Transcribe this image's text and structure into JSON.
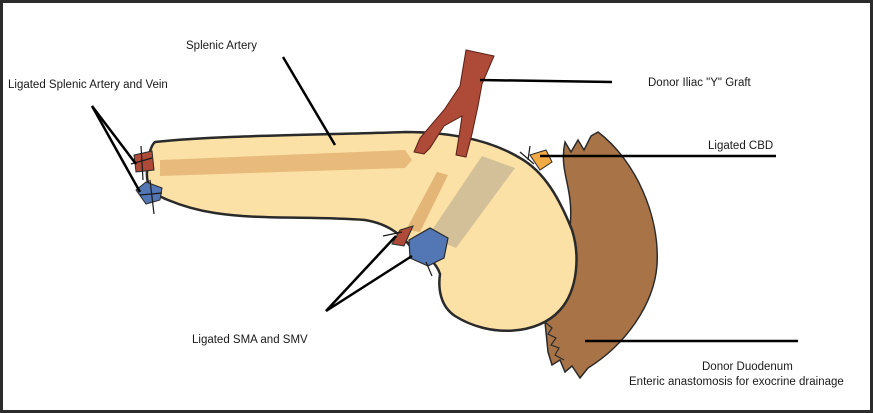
{
  "labels": {
    "splenic_artery": "Splenic Artery",
    "ligated_splenic": "Ligated Splenic Artery and Vein",
    "donor_iliac_graft": "Donor Iliac \"Y\" Graft",
    "ligated_cbd": "Ligated CBD",
    "ligated_sma_smv": "Ligated SMA and SMV",
    "donor_duodenum": "Donor Duodenum",
    "enteric_anastomosis": "Enteric anastomosis for exocrine drainage"
  },
  "colors": {
    "pancreas_fill": "#fbe1a5",
    "pancreas_outline": "#2a2a2a",
    "duodenum": "#a87447",
    "artery": "#ad4a38",
    "vein": "#5376b5",
    "cbd": "#f2aa45",
    "internal_vessel": "#e0ab6b"
  }
}
